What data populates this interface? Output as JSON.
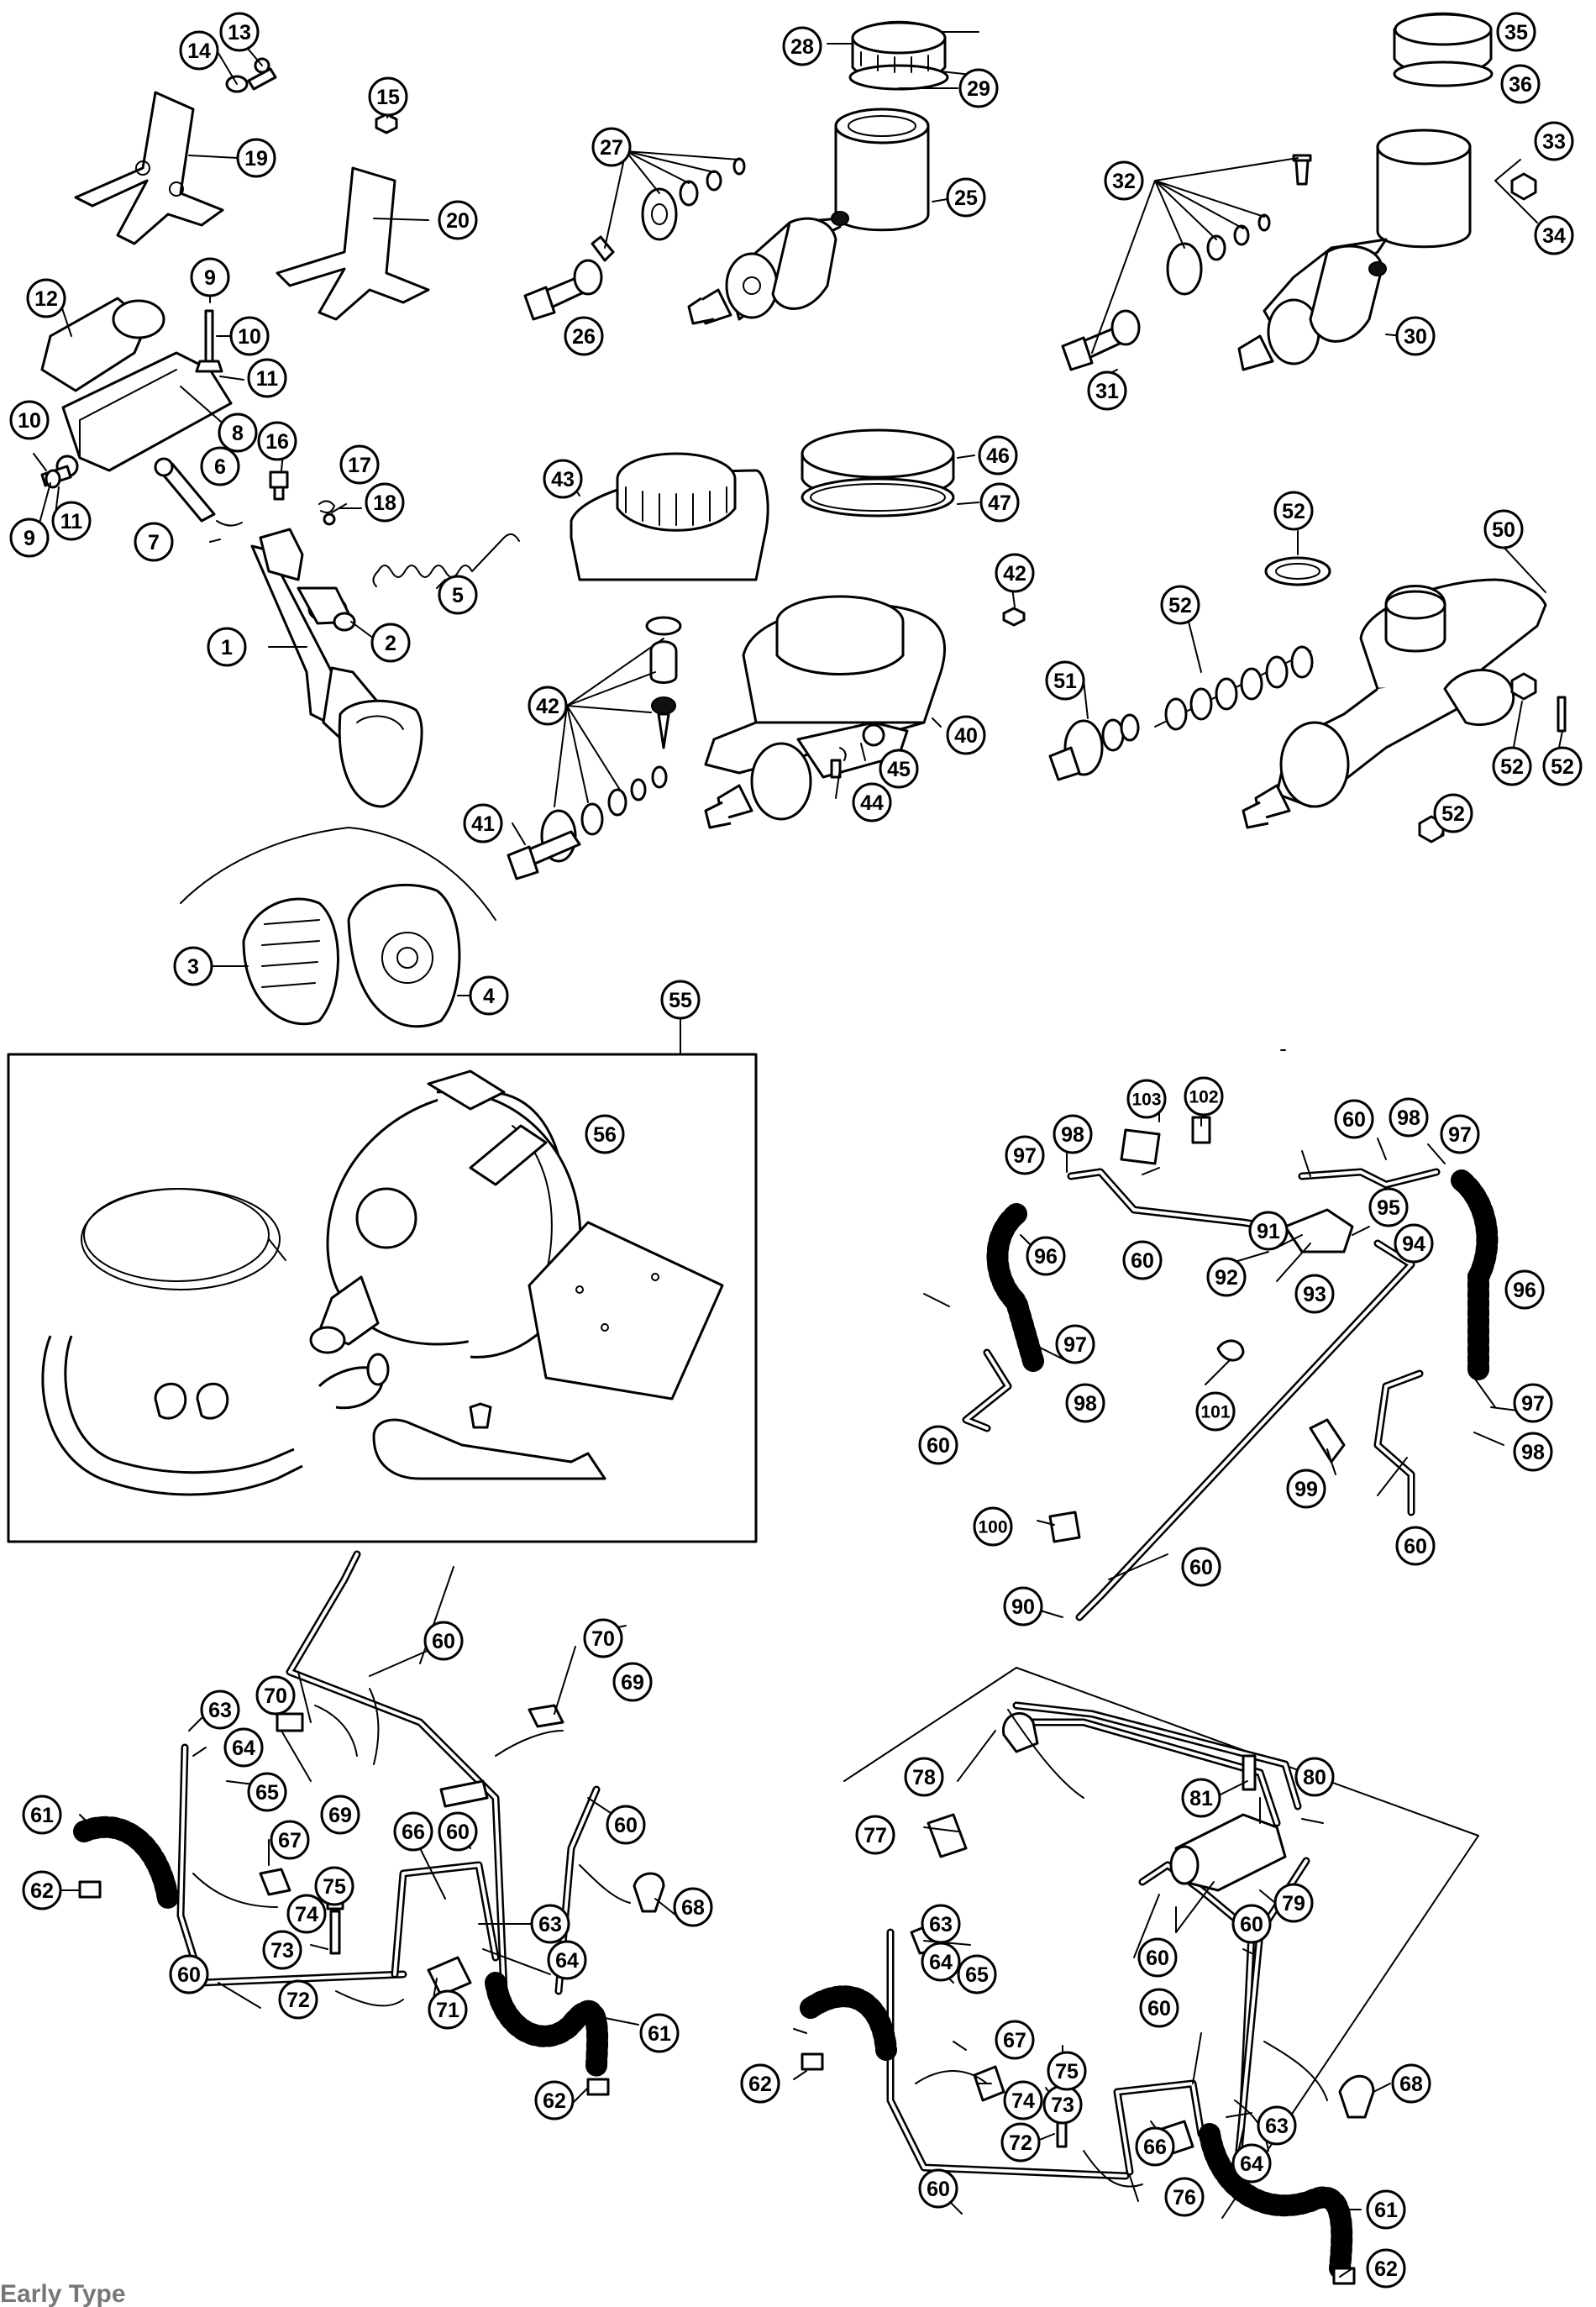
{
  "diagram": {
    "caption": "Early Type",
    "callouts": [
      "1",
      "2",
      "3",
      "4",
      "5",
      "6",
      "7",
      "8",
      "9",
      "10",
      "11",
      "12",
      "13",
      "14",
      "15",
      "16",
      "17",
      "18",
      "19",
      "20",
      "25",
      "26",
      "27",
      "28",
      "29",
      "30",
      "31",
      "32",
      "33",
      "34",
      "35",
      "36",
      "40",
      "41",
      "42",
      "43",
      "44",
      "45",
      "46",
      "47",
      "50",
      "51",
      "52",
      "55",
      "56",
      "60",
      "61",
      "62",
      "63",
      "64",
      "65",
      "66",
      "67",
      "68",
      "69",
      "70",
      "71",
      "72",
      "73",
      "74",
      "75",
      "76",
      "77",
      "78",
      "79",
      "80",
      "81",
      "90",
      "91",
      "92",
      "93",
      "94",
      "95",
      "96",
      "97",
      "98",
      "99",
      "100",
      "101",
      "102",
      "103"
    ]
  }
}
